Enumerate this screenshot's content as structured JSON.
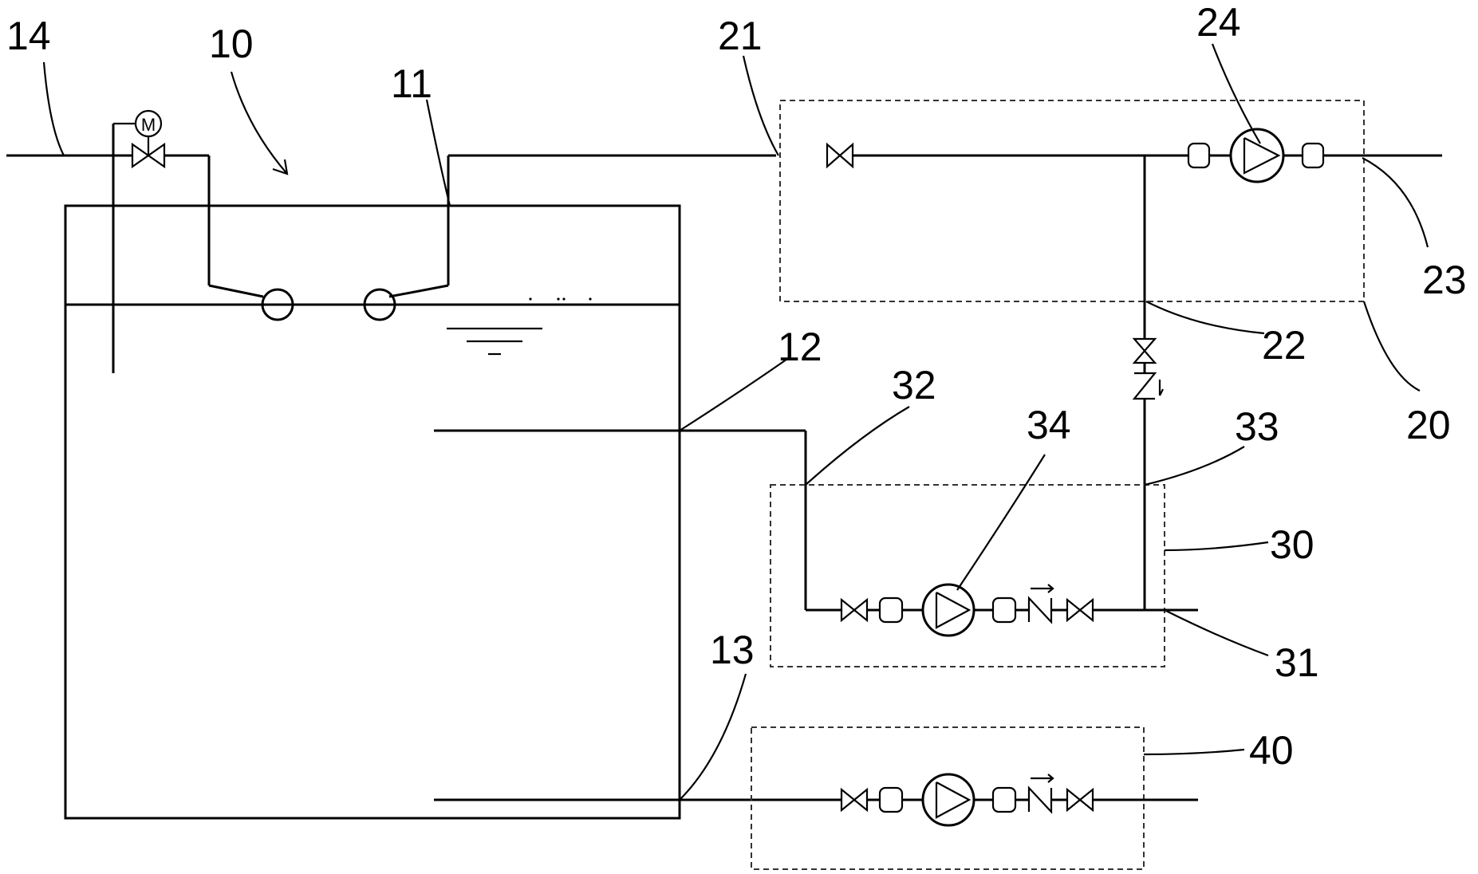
{
  "labels": {
    "l10": "10",
    "l11": "11",
    "l12": "12",
    "l13": "13",
    "l14": "14",
    "l20": "20",
    "l21": "21",
    "l22": "22",
    "l23": "23",
    "l24": "24",
    "l30": "30",
    "l31": "31",
    "l32": "32",
    "l33": "33",
    "l34": "34",
    "l40": "40"
  },
  "motor_symbol": "M",
  "colors": {
    "line": "#000000",
    "background": "#ffffff"
  }
}
